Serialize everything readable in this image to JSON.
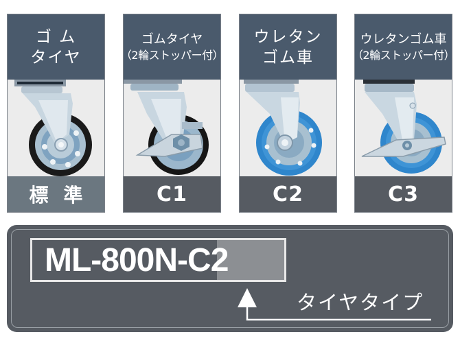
{
  "cards": [
    {
      "header_line1": "ゴ ム",
      "header_line2": "タイヤ",
      "code": "標準",
      "wheel_color": "#1a1a1a",
      "has_stopper": false
    },
    {
      "header_line1": "ゴムタイヤ",
      "header_line2": "（2輪ストッパー付）",
      "code": "C1",
      "wheel_color": "#1a1a1a",
      "has_stopper": true
    },
    {
      "header_line1": "ウレタン",
      "header_line2": "ゴム車",
      "code": "C2",
      "wheel_color": "#2b7fc4",
      "has_stopper": false
    },
    {
      "header_line1": "ウレタンゴム車",
      "header_line2": "（2輪ストッパー付）",
      "code": "C3",
      "wheel_color": "#2b7fc4",
      "has_stopper": true
    }
  ],
  "model": {
    "base": "ML-800N-",
    "suffix": "C2",
    "annotation": "タイヤタイプ"
  },
  "colors": {
    "header_bg": "#4a5a6c",
    "footer_bg": "#565b62",
    "standard_footer_bg": "#6b7780",
    "panel_bg": "#565b62",
    "highlight": "#8c8f93"
  }
}
